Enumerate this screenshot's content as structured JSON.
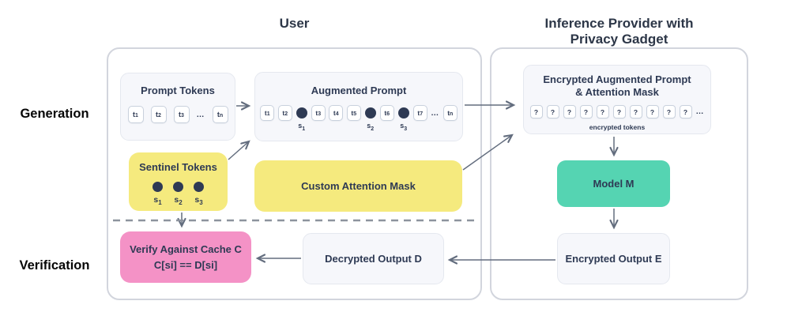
{
  "colors": {
    "navy_text": "#2e3a54",
    "header_text": "#2d3748",
    "label_text": "#060606",
    "panel_border": "#d2d5dd",
    "light_box_bg": "#f6f7fb",
    "light_box_border": "#e5e8ef",
    "yellow": "#f5ea7e",
    "pink": "#f492c6",
    "teal": "#55d4b2",
    "arrow": "#636d7e",
    "dashed_divider": "#8d939e"
  },
  "headers": {
    "user": "User",
    "provider_line1": "Inference Provider with",
    "provider_line2": "Privacy Gadget"
  },
  "row_labels": {
    "generation": "Generation",
    "verification": "Verification"
  },
  "user_panel": {
    "prompt_tokens": {
      "title": "Prompt Tokens",
      "tokens": [
        {
          "type": "token",
          "base": "t",
          "sub": "1"
        },
        {
          "type": "token",
          "base": "t",
          "sub": "2"
        },
        {
          "type": "token",
          "base": "t",
          "sub": "3"
        },
        {
          "type": "ellipsis"
        },
        {
          "type": "token",
          "base": "t",
          "sub": "n"
        }
      ]
    },
    "augmented_prompt": {
      "title": "Augmented Prompt",
      "tokens": [
        {
          "type": "token",
          "base": "t",
          "sub": "1"
        },
        {
          "type": "token",
          "base": "t",
          "sub": "2"
        },
        {
          "type": "sentinel",
          "base": "s",
          "sub": "1"
        },
        {
          "type": "token",
          "base": "t",
          "sub": "3"
        },
        {
          "type": "token",
          "base": "t",
          "sub": "4"
        },
        {
          "type": "token",
          "base": "t",
          "sub": "5"
        },
        {
          "type": "sentinel",
          "base": "s",
          "sub": "2"
        },
        {
          "type": "token",
          "base": "t",
          "sub": "6"
        },
        {
          "type": "sentinel",
          "base": "s",
          "sub": "3"
        },
        {
          "type": "token",
          "base": "t",
          "sub": "7"
        },
        {
          "type": "ellipsis"
        },
        {
          "type": "token",
          "base": "t",
          "sub": "n"
        }
      ]
    },
    "sentinel_tokens": {
      "title": "Sentinel Tokens",
      "sentinels": [
        {
          "base": "s",
          "sub": "1"
        },
        {
          "base": "s",
          "sub": "2"
        },
        {
          "base": "s",
          "sub": "3"
        }
      ]
    },
    "custom_attention_mask": {
      "title": "Custom Attention Mask"
    },
    "verify_cache": {
      "title": "Verify Against Cache C",
      "formula": "C[si] == D[si]"
    },
    "decrypted_output": {
      "title": "Decrypted Output D"
    }
  },
  "provider_panel": {
    "encrypted_prompt": {
      "title_line1": "Encrypted Augmented Prompt",
      "title_line2": "& Attention Mask",
      "tokens": [
        {
          "type": "token",
          "base": "?"
        },
        {
          "type": "token",
          "base": "?"
        },
        {
          "type": "token",
          "base": "?"
        },
        {
          "type": "token",
          "base": "?"
        },
        {
          "type": "token",
          "base": "?"
        },
        {
          "type": "token",
          "base": "?"
        },
        {
          "type": "token",
          "base": "?"
        },
        {
          "type": "token",
          "base": "?"
        },
        {
          "type": "token",
          "base": "?"
        },
        {
          "type": "token",
          "base": "?"
        },
        {
          "type": "ellipsis"
        }
      ],
      "caption": "encrypted tokens"
    },
    "model": {
      "title": "Model M"
    },
    "encrypted_output": {
      "title": "Encrypted Output E"
    }
  }
}
